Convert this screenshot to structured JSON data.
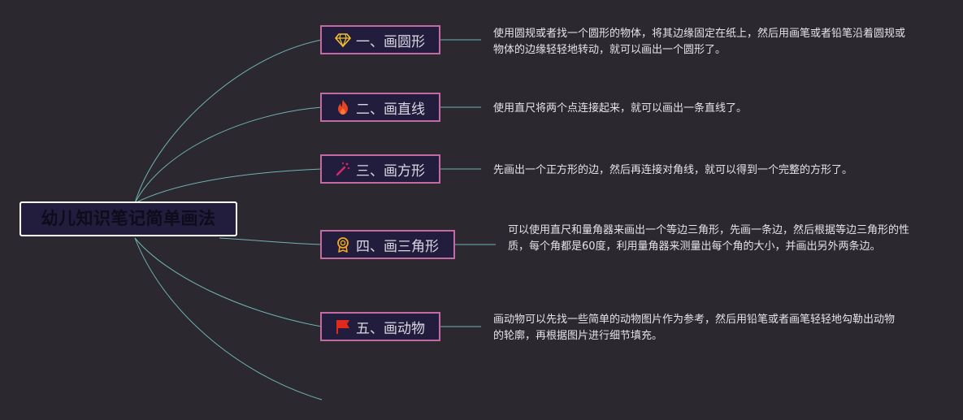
{
  "root": {
    "title": "幼儿知识笔记简单画法"
  },
  "branches": [
    {
      "title": "一、画圆形",
      "icon": "diamond-icon",
      "icon_color": "#f2c12e",
      "description": "使用圆规或者找一个圆形的物体，将其边缘固定在纸上，然后用画笔或者铅笔沿着圆规或物体的边缘轻轻地转动，就可以画出一个圆形了。"
    },
    {
      "title": "二、画直线",
      "icon": "fire-icon",
      "icon_color": "#e8431f",
      "description": "使用直尺将两个点连接起来，就可以画出一条直线了。"
    },
    {
      "title": "三、画方形",
      "icon": "magic-wand-icon",
      "icon_color": "#d8286a",
      "description": "先画出一个正方形的边，然后再连接对角线，就可以得到一个完整的方形了。"
    },
    {
      "title": "四、画三角形",
      "icon": "award-ribbon-icon",
      "icon_color": "#f2a71c",
      "description": "可以使用直尺和量角器来画出一个等边三角形，先画一条边，然后根据等边三角形的性质，每个角都是60度，利用量角器来测量出每个角的大小，并画出另外两条边。"
    },
    {
      "title": "五、画动物",
      "icon": "flag-icon",
      "icon_color": "#e02a1e",
      "description": "画动物可以先找一些简单的动物图片作为参考，然后用铅笔或者画笔轻轻地勾勒出动物的轮廓，再根据图片进行细节填充。"
    }
  ],
  "colors": {
    "background": "#2b2830",
    "branch_line": "#6fb3b1",
    "node_border": "#c46aa2",
    "node_fill": "#221d3c"
  }
}
